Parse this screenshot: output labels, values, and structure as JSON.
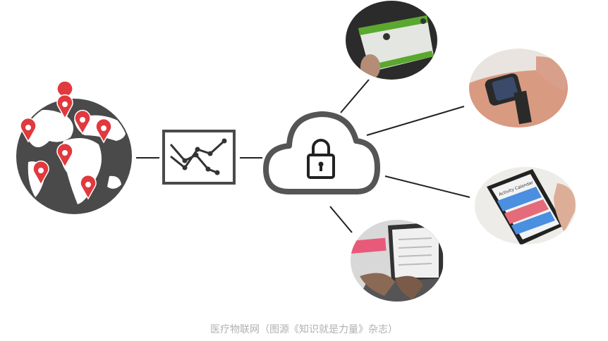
{
  "caption": "医疗物联网（图源《知识就是力量》杂志）",
  "nodes": {
    "globe": "globe-with-location-pins",
    "chart": "line-chart-icon",
    "cloud": "cloud-lock-icon",
    "devices": [
      "tablet-photo",
      "smartwatch-photo",
      "smartphone-photo",
      "laptop-photo"
    ]
  },
  "phone_screen_title": "Activity Calendar",
  "colors": {
    "icon": "#4a4a4a",
    "pin": "#e0393e",
    "tablet_accent": "#5aa82e",
    "line": "#222222"
  }
}
